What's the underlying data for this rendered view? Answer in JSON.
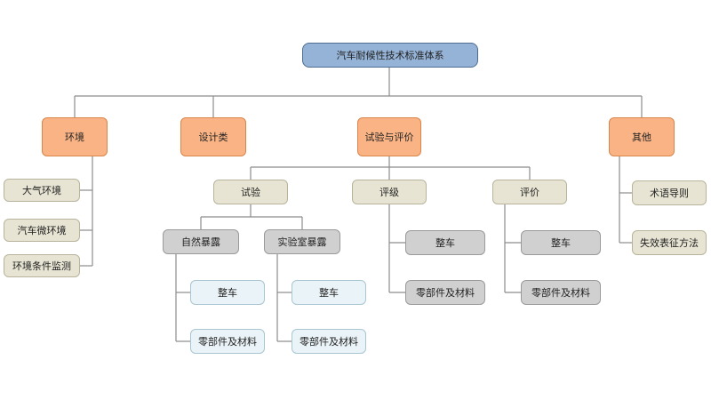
{
  "diagram": {
    "root": "汽车耐候性技术标准体系",
    "categories": {
      "environment": "环境",
      "design": "设计类",
      "test_eval": "试验与评价",
      "other": "其他"
    },
    "environment_items": [
      "大气环境",
      "汽车微环境",
      "环境条件监测"
    ],
    "test_eval_groups": {
      "test": "试验",
      "rating": "评级",
      "evaluation": "评价"
    },
    "test_methods": {
      "natural": "自然暴露",
      "lab": "实验室暴露"
    },
    "objects": {
      "vehicle": "整车",
      "parts": "零部件及材料"
    },
    "other_items": [
      "术语导则",
      "失效表征方法"
    ]
  },
  "colors": {
    "root_fill": "#95b3d7",
    "category_fill": "#f9b384",
    "subgroup_fill": "#e7e4d3",
    "grey_fill": "#d0d0d0",
    "leaf_fill": "#eaf3f7",
    "connector": "#8c8c8c"
  }
}
